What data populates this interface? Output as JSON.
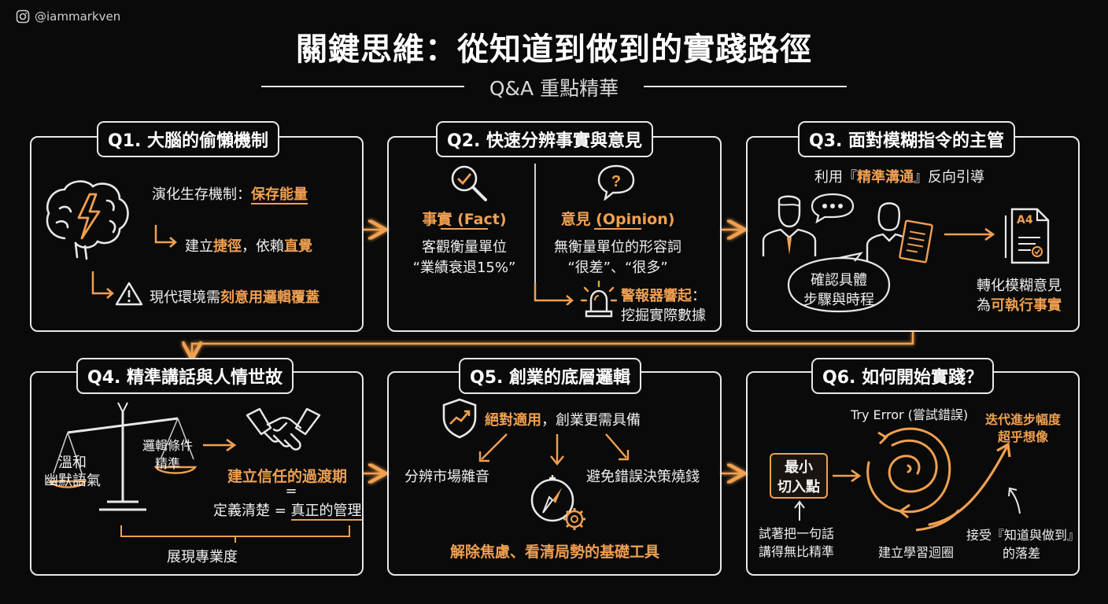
{
  "handle": "@iammarkven",
  "title": "關鍵思維：從知道到做到的實踐路徑",
  "subtitle": "Q&A 重點精華",
  "colors": {
    "accent": "#f0a050",
    "background": "#0a0a0a",
    "line": "#e8e8e8"
  },
  "q1": {
    "heading": "Q1. 大腦的偷懶機制",
    "line1_prefix": "演化生存機制：",
    "line1_highlight": "保存能量",
    "line2_a": "建立",
    "line2_b": "捷徑",
    "line2_c": "，依賴",
    "line2_d": "直覺",
    "line3_a": "現代環境需",
    "line3_b": "刻意用邏輯覆蓋",
    "icons": [
      "brain-lightning-icon",
      "warning-icon"
    ]
  },
  "q2": {
    "heading": "Q2. 快速分辨事實與意見",
    "fact_title": "事實 (Fact)",
    "fact_desc1": "客觀衡量單位",
    "fact_desc2": "“業績衰退15%”",
    "opinion_title": "意見 (Opinion)",
    "opinion_desc1": "無衡量單位的形容詞",
    "opinion_desc2": "“很差”、“很多”",
    "alarm1": "警報器響起",
    "alarm1_suffix": "：",
    "alarm2": "挖掘實際數據",
    "icons": [
      "magnifier-check-icon",
      "question-bubble-icon",
      "siren-icon"
    ]
  },
  "q3": {
    "heading": "Q3. 面對模糊指令的主管",
    "intro_a": "利用『",
    "intro_b": "精準溝通",
    "intro_c": "』反向引導",
    "bubble1": "確認具體",
    "bubble2": "步驟與時程",
    "doc_label": "A4",
    "result1": "轉化模糊意見",
    "result2_a": "為",
    "result2_b": "可執行事實",
    "icons": [
      "manager-icon",
      "speech-dots-icon",
      "employee-icon",
      "clipboard-icon",
      "document-icon"
    ]
  },
  "q4": {
    "heading": "Q4. 精準講話與人情世故",
    "left1": "溫和",
    "left2": "幽默語氣",
    "right1": "邏輯條件",
    "right2": "精準",
    "trust": "建立信任的過渡期",
    "equals": "=",
    "define_a": "定義清楚 = ",
    "define_b": "真正的管理",
    "bottom": "展現專業度",
    "icons": [
      "balance-scale-icon",
      "handshake-icon"
    ]
  },
  "q5": {
    "heading": "Q5. 創業的底層邏輯",
    "top_a": "絕對適用",
    "top_b": "，創業更需具備",
    "left": "分辨市場雜音",
    "right": "避免錯誤決策燒錢",
    "bottom": "解除焦慮、看清局勢的基礎工具",
    "icons": [
      "shield-chart-icon",
      "compass-gear-icon"
    ]
  },
  "q6": {
    "heading": "Q6. 如何開始實踐？",
    "start1": "最小",
    "start2": "切入點",
    "try_error": "Try Error (嘗試錯誤)",
    "loop": "建立學習迴圈",
    "progress1": "迭代進步幅度",
    "progress2": "超乎想像",
    "hint1": "試著把一句話",
    "hint2": "講得無比精準",
    "accept1": "接受『知道與做到』",
    "accept2": "的落差",
    "icons": [
      "spiral-loop-icon",
      "growth-arrow-icon"
    ]
  }
}
